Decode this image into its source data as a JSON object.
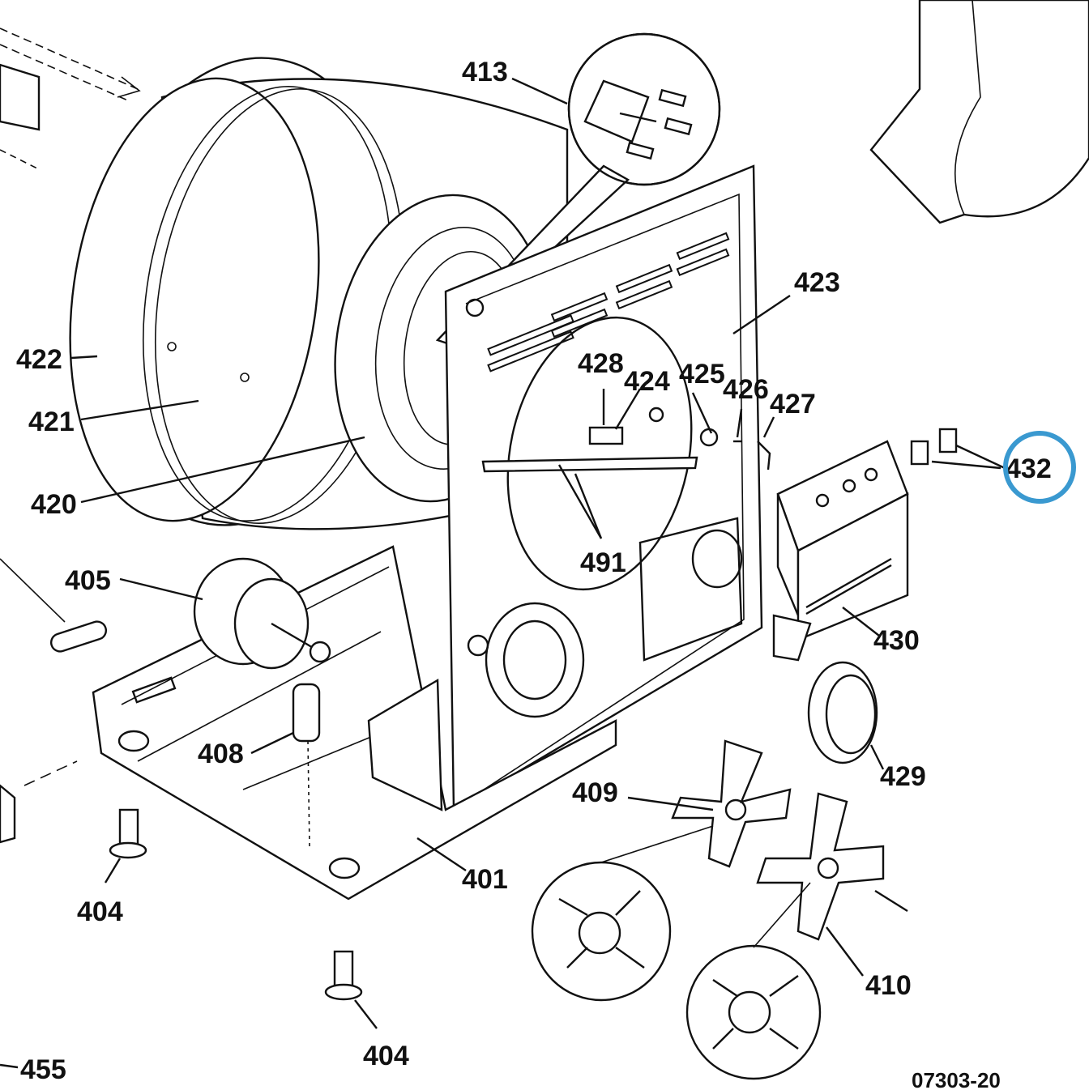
{
  "diagram_code": "07303-20",
  "highlight_color": "#3a99d0",
  "highlighted_part": "432",
  "parts": {
    "p401": "401",
    "p404a": "404",
    "p404b": "404",
    "p405": "405",
    "p408": "408",
    "p409": "409",
    "p410": "410",
    "p413": "413",
    "p420": "420",
    "p421": "421",
    "p422": "422",
    "p423": "423",
    "p424": "424",
    "p425": "425",
    "p426": "426",
    "p427": "427",
    "p428": "428",
    "p429": "429",
    "p430": "430",
    "p432": "432",
    "p455": "455",
    "p491": "491"
  }
}
